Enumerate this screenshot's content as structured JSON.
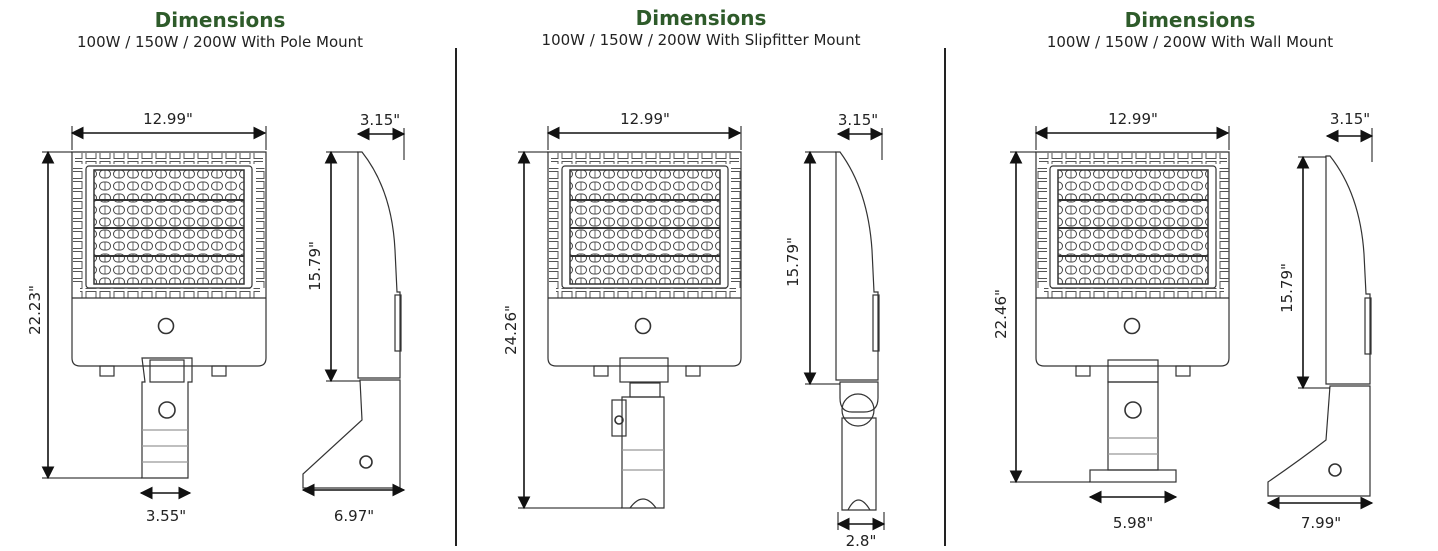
{
  "panels": [
    {
      "title": "Dimensions",
      "subtitle": "100W / 150W / 200W With Pole Mount",
      "dims": {
        "width": "12.99\"",
        "depth": "3.15\"",
        "body_height": "15.79\"",
        "total_height": "22.23\"",
        "mount_width": "3.55\"",
        "mount_depth": "6.97\""
      }
    },
    {
      "title": "Dimensions",
      "subtitle": "100W / 150W / 200W With Slipfitter Mount",
      "dims": {
        "width": "12.99\"",
        "depth": "3.15\"",
        "body_height": "15.79\"",
        "total_height": "24.26\"",
        "mount_width": "2.8\""
      }
    },
    {
      "title": "Dimensions",
      "subtitle": "100W / 150W / 200W With Wall Mount",
      "dims": {
        "width": "12.99\"",
        "depth": "3.15\"",
        "body_height": "15.79\"",
        "total_height": "22.46\"",
        "mount_width": "5.98\"",
        "mount_depth": "7.99\""
      }
    }
  ]
}
